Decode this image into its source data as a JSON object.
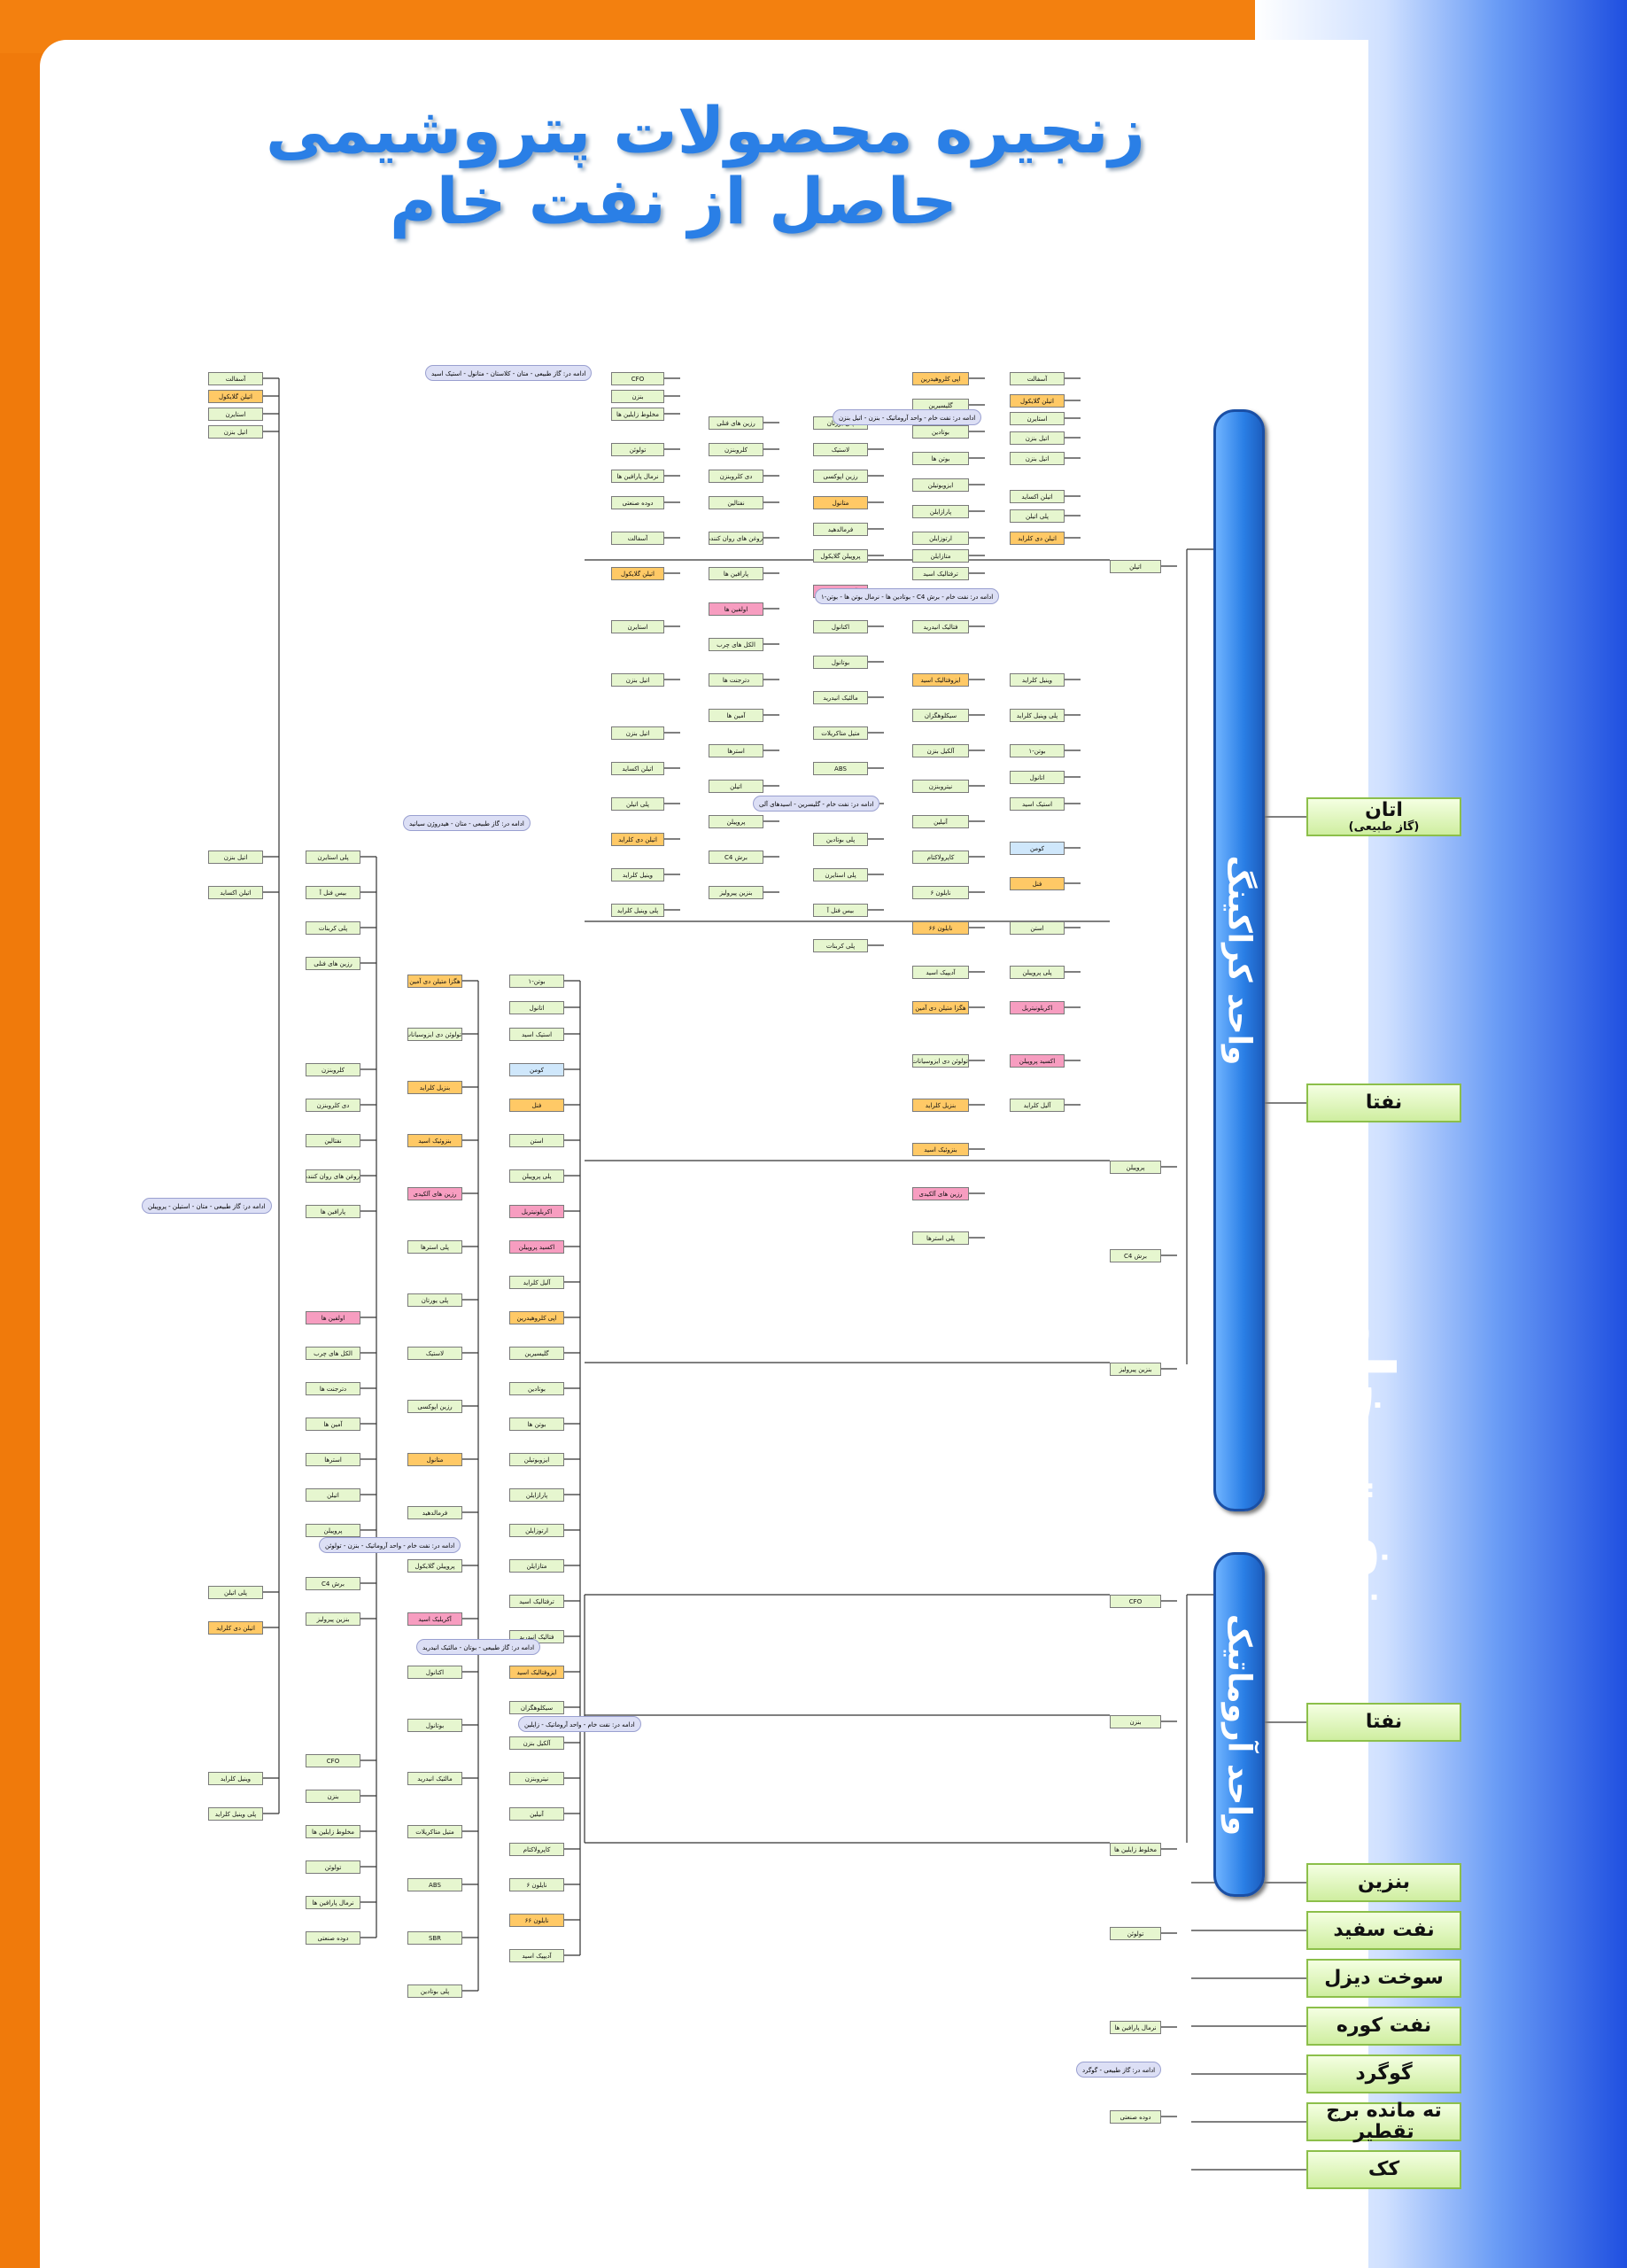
{
  "title_line1": "زنجیره محصولات پتروشیمی",
  "title_line2": "حاصل از نفت خام",
  "side_title": "نفت خام",
  "units": {
    "cracking": "واحد کراکینگ",
    "aromatic": "واحد آروماتیک"
  },
  "sources": [
    {
      "label": "اتان",
      "sub": "(گاز طبیعی)"
    },
    {
      "label": "نفتا",
      "sub": ""
    },
    {
      "label": "نفتا",
      "sub": ""
    },
    {
      "label": "بنزین",
      "sub": ""
    },
    {
      "label": "نفت سفید",
      "sub": ""
    },
    {
      "label": "سوخت دیزل",
      "sub": ""
    },
    {
      "label": "نفت کوره",
      "sub": ""
    },
    {
      "label": "گوگرد",
      "sub": ""
    },
    {
      "label": "ته مانده برج تقطیر",
      "sub": ""
    },
    {
      "label": "کک",
      "sub": ""
    }
  ],
  "colors": {
    "green": "#e6f6cf",
    "orange": "#ffc966",
    "pink": "#f79dc0",
    "blue": "#cfe7fb",
    "pill": "#dcdff5"
  },
  "boxes": [
    {
      "t": "اتیلن",
      "c": "g"
    },
    {
      "t": "پروپیلن",
      "c": "g"
    },
    {
      "t": "برش C4",
      "c": "g"
    },
    {
      "t": "بنزین پیرولیز",
      "c": "g"
    },
    {
      "t": "CFO",
      "c": "g"
    },
    {
      "t": "بنزن",
      "c": "g"
    },
    {
      "t": "مخلوط زایلین ها",
      "c": "g"
    },
    {
      "t": "تولوئن",
      "c": "g"
    },
    {
      "t": "نرمال پارافین ها",
      "c": "g"
    },
    {
      "t": "دوده صنعتی",
      "c": "g"
    },
    {
      "t": "آسفالت",
      "c": "g"
    },
    {
      "t": "اتیلن گلایکول",
      "c": "o"
    },
    {
      "t": "استایرن",
      "c": "g"
    },
    {
      "t": "اتیل بنزن",
      "c": "g"
    },
    {
      "t": "اتیل بنزن",
      "c": "g"
    },
    {
      "t": "اتیلن اکساید",
      "c": "g"
    },
    {
      "t": "پلی اتیلن",
      "c": "g"
    },
    {
      "t": "اتیلن دی کلراید",
      "c": "o"
    },
    {
      "t": "وینیل کلراید",
      "c": "g"
    },
    {
      "t": "پلی وینیل کلراید",
      "c": "g"
    },
    {
      "t": "بوتن-۱",
      "c": "g"
    },
    {
      "t": "اتانول",
      "c": "g"
    },
    {
      "t": "استیک اسید",
      "c": "g"
    },
    {
      "t": "کومن",
      "c": "b"
    },
    {
      "t": "فنل",
      "c": "o"
    },
    {
      "t": "استن",
      "c": "g"
    },
    {
      "t": "پلی پروپیلن",
      "c": "g"
    },
    {
      "t": "اکریلونیتریل",
      "c": "p"
    },
    {
      "t": "اکسید پروپیلن",
      "c": "p"
    },
    {
      "t": "آلیل کلراید",
      "c": "g"
    },
    {
      "t": "اپی کلروهیدرین",
      "c": "o"
    },
    {
      "t": "گلیسیرین",
      "c": "g"
    },
    {
      "t": "بوتادین",
      "c": "g"
    },
    {
      "t": "بوتن ها",
      "c": "g"
    },
    {
      "t": "ایزوبوتیلن",
      "c": "g"
    },
    {
      "t": "پارازایلن",
      "c": "g"
    },
    {
      "t": "ارتوزایلن",
      "c": "g"
    },
    {
      "t": "متازایلن",
      "c": "g"
    },
    {
      "t": "ترفتالیک اسید",
      "c": "g"
    },
    {
      "t": "فتالیک انیدرید",
      "c": "g"
    },
    {
      "t": "ایزوفتالیک اسید",
      "c": "o"
    },
    {
      "t": "سیکلوهگزان",
      "c": "g"
    },
    {
      "t": "آلکیل بنزن",
      "c": "g"
    },
    {
      "t": "نیتروبنزن",
      "c": "g"
    },
    {
      "t": "آنیلین",
      "c": "g"
    },
    {
      "t": "کاپرولاکتام",
      "c": "g"
    },
    {
      "t": "نایلون ۶",
      "c": "g"
    },
    {
      "t": "نایلون ۶۶",
      "c": "o"
    },
    {
      "t": "آدیپیک اسید",
      "c": "g"
    },
    {
      "t": "هگزا متیلن دی آمین",
      "c": "o"
    },
    {
      "t": "تولوئن دی ایزوسیانات",
      "c": "g"
    },
    {
      "t": "بنزیل کلراید",
      "c": "o"
    },
    {
      "t": "بنزوئیک اسید",
      "c": "o"
    },
    {
      "t": "رزین های آلکیدی",
      "c": "p"
    },
    {
      "t": "پلی استرها",
      "c": "g"
    },
    {
      "t": "پلی یورتان",
      "c": "g"
    },
    {
      "t": "لاستیک",
      "c": "g"
    },
    {
      "t": "رزین اپوکسی",
      "c": "g"
    },
    {
      "t": "متانول",
      "c": "o"
    },
    {
      "t": "فرمالدهید",
      "c": "g"
    },
    {
      "t": "پروپیلن گلایکول",
      "c": "g"
    },
    {
      "t": "آکریلیک اسید",
      "c": "p"
    },
    {
      "t": "اکتانول",
      "c": "g"
    },
    {
      "t": "بوتانول",
      "c": "g"
    },
    {
      "t": "مالئیک انیدرید",
      "c": "g"
    },
    {
      "t": "متیل متاکریلات",
      "c": "g"
    },
    {
      "t": "ABS",
      "c": "g"
    },
    {
      "t": "SBR",
      "c": "g"
    },
    {
      "t": "پلی بوتادین",
      "c": "g"
    },
    {
      "t": "پلی استایرن",
      "c": "g"
    },
    {
      "t": "بیس فنل آ",
      "c": "g"
    },
    {
      "t": "پلی کربنات",
      "c": "g"
    },
    {
      "t": "رزین های فنلی",
      "c": "g"
    },
    {
      "t": "کلروبنزن",
      "c": "g"
    },
    {
      "t": "دی کلروبنزن",
      "c": "g"
    },
    {
      "t": "نفتالین",
      "c": "g"
    },
    {
      "t": "روغن های روان کننده",
      "c": "g"
    },
    {
      "t": "پارافین ها",
      "c": "g"
    },
    {
      "t": "اولفین ها",
      "c": "p"
    },
    {
      "t": "الکل های چرب",
      "c": "g"
    },
    {
      "t": "دترجنت ها",
      "c": "g"
    },
    {
      "t": "آمین ها",
      "c": "g"
    },
    {
      "t": "استرها",
      "c": "g"
    }
  ],
  "notes": [
    "ادامه در: گاز طبیعی - متان - کلاستان - متانول - استیک اسید",
    "ادامه در: نفت خام - واحد آروماتیک - بنزن - اتیل بنزن",
    "ادامه در: نفت خام - برش C4 - بوتادین ها - نرمال بوتن ها - بوتن-۱",
    "ادامه در: نفت خام - گلیسرین - اسیدهای آلی",
    "ادامه در: گاز طبیعی - متان - هیدروژن سیانید",
    "ادامه در: گاز طبیعی - متان - استیلن - پروپیلن",
    "ادامه در: نفت خام - واحد آروماتیک - بنزن - تولوئن",
    "ادامه در: گاز طبیعی - بوتان - مالئیک انیدرید",
    "ادامه در: نفت خام - واحد آروماتیک - زایلین",
    "ادامه در: گاز طبیعی - گوگرد"
  ]
}
